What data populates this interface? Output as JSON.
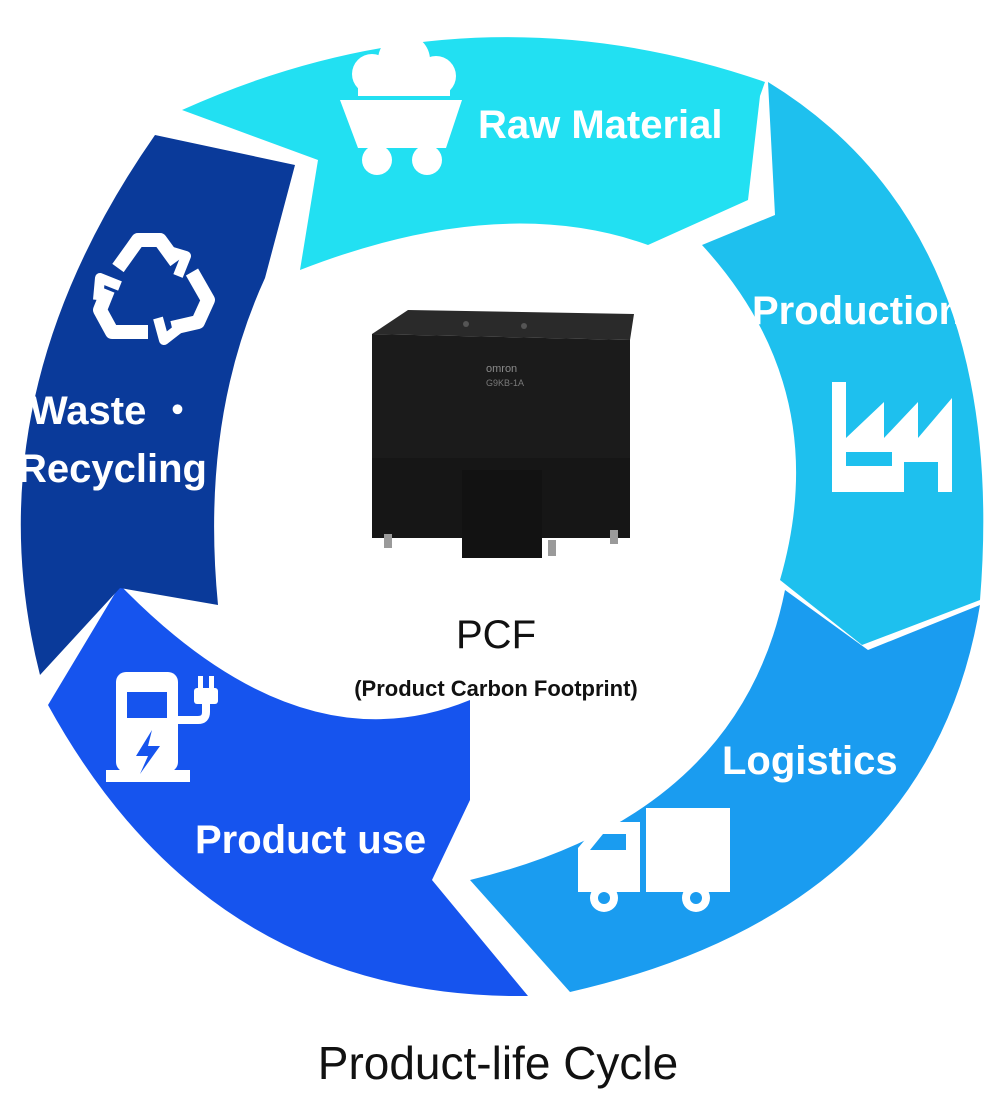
{
  "diagram": {
    "center": {
      "title": "PCF",
      "subtitle": "(Product Carbon Footprint)",
      "product_markings": [
        "omron",
        "G9KB-1A"
      ]
    },
    "stages": [
      {
        "label": "Raw Material",
        "icon": "mine-cart-icon",
        "color": "#22e0f2"
      },
      {
        "label": "Production",
        "icon": "factory-icon",
        "color": "#1ec0ee"
      },
      {
        "label": "Logistics",
        "icon": "truck-icon",
        "color": "#1a9cf0"
      },
      {
        "label": "Product use",
        "icon": "ev-charger-icon",
        "color": "#1654ee"
      },
      {
        "label_lines": [
          "Waste ・",
          "Recycling"
        ],
        "icon": "recycle-icon",
        "color": "#0a3a9a"
      }
    ],
    "caption": "Product-life Cycle"
  }
}
